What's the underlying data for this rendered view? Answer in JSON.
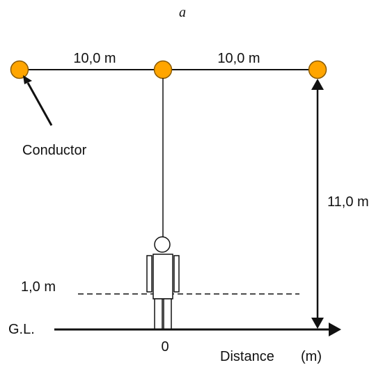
{
  "panel_letter": "a",
  "spacing_left": "10,0 m",
  "spacing_right": "10,0 m",
  "conductor_label": "Conductor",
  "height_label": "11,0 m",
  "reference_height_label": "1,0 m",
  "ground_label": "G.L.",
  "origin_label": "0",
  "axis_label": "Distance",
  "axis_unit": "(m)",
  "colors": {
    "conductor_fill": "#FFA500",
    "conductor_stroke": "#8A5A00",
    "line": "#111111"
  }
}
